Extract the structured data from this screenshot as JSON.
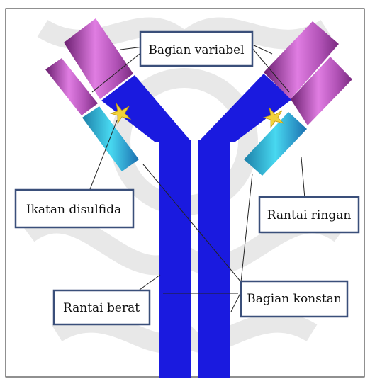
{
  "labels": {
    "variable": "Bagian variabel",
    "disulfide": "Ikatan disulfida",
    "light_chain": "Rantai ringan",
    "heavy_chain": "Rantai berat",
    "constant": "Bagian konstan"
  },
  "colors": {
    "heavy_chain": "#1a1adf",
    "light_chain_variable": "#d77ad9",
    "light_chain_constant": "#36c9e8",
    "disulfide_bond": "#f2d23a",
    "label_border": "#3a4f7a",
    "watermark": "#e5e5e5"
  }
}
